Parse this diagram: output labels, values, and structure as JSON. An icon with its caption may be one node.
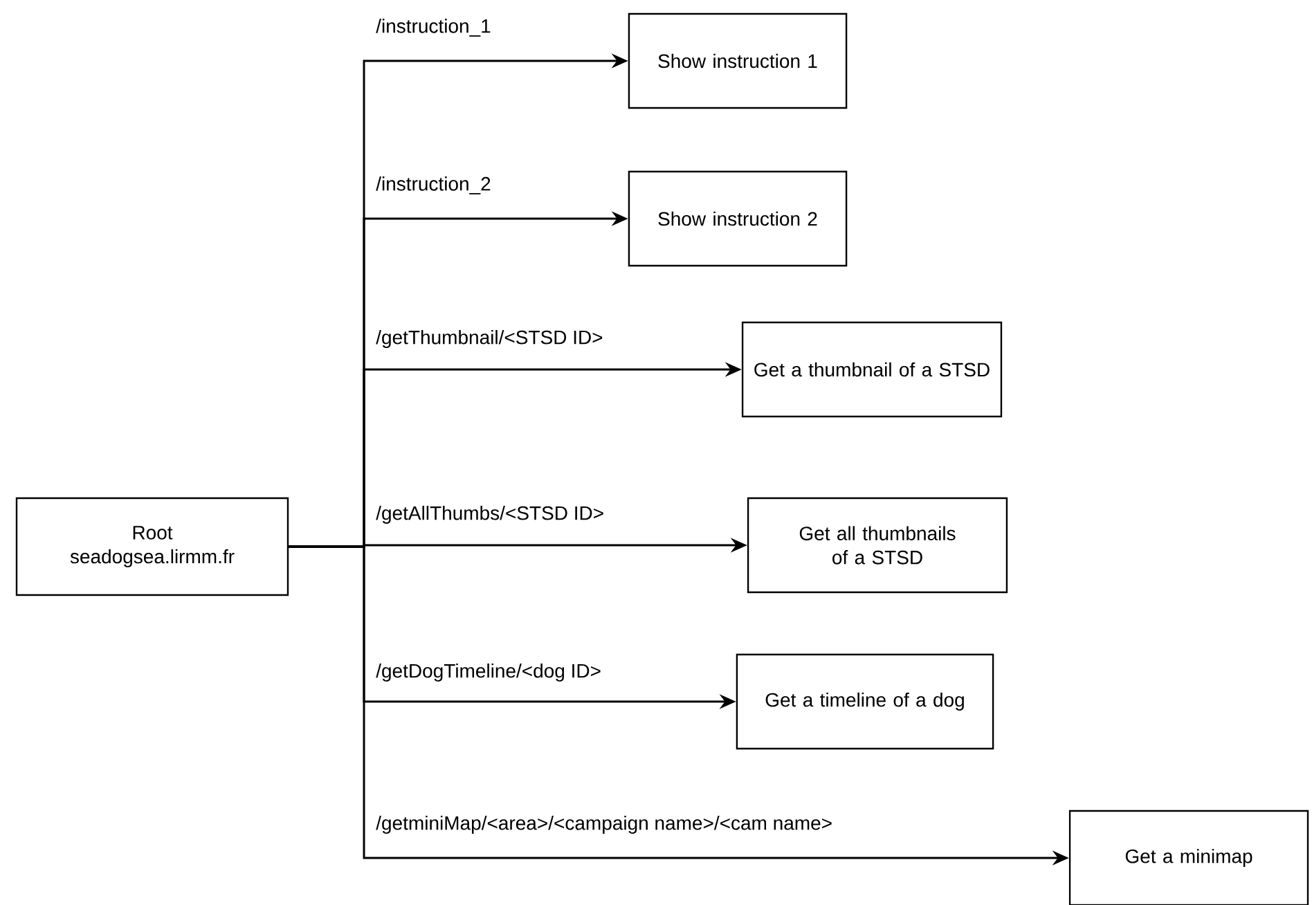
{
  "diagram": {
    "nodes": [
      {
        "text": [
          "Root",
          "seadogsea.lirmm.fr"
        ]
      },
      {
        "text": [
          "Show instruction 1"
        ]
      },
      {
        "text": [
          "Show instruction 2"
        ]
      },
      {
        "text": [
          "Get a thumbnail of a STSD"
        ]
      },
      {
        "text": [
          "Get all thumbnails of a STSD"
        ]
      },
      {
        "text": [
          "Get a timeline of a dog"
        ]
      },
      {
        "text": [
          "Get a minimap"
        ]
      }
    ],
    "edges": [
      {
        "from": 0,
        "to": 1,
        "arrow": "to",
        "label": "/instruction_1"
      },
      {
        "from": 0,
        "to": 2,
        "arrow": "to",
        "label": "/instruction_2"
      },
      {
        "from": 0,
        "to": 3,
        "arrow": "to",
        "label": "/getThumbnail/<STSD ID>"
      },
      {
        "from": 0,
        "to": 4,
        "arrow": "to",
        "label": "/getAllThumbs/<STSD ID>"
      },
      {
        "from": 0,
        "to": 5,
        "arrow": "to",
        "label": "/getDogTimeline/<dog ID>"
      },
      {
        "from": 0,
        "to": 6,
        "arrow": "to",
        "label": "/getminiMap/<area>/<campaign name>/<cam name>"
      }
    ]
  }
}
